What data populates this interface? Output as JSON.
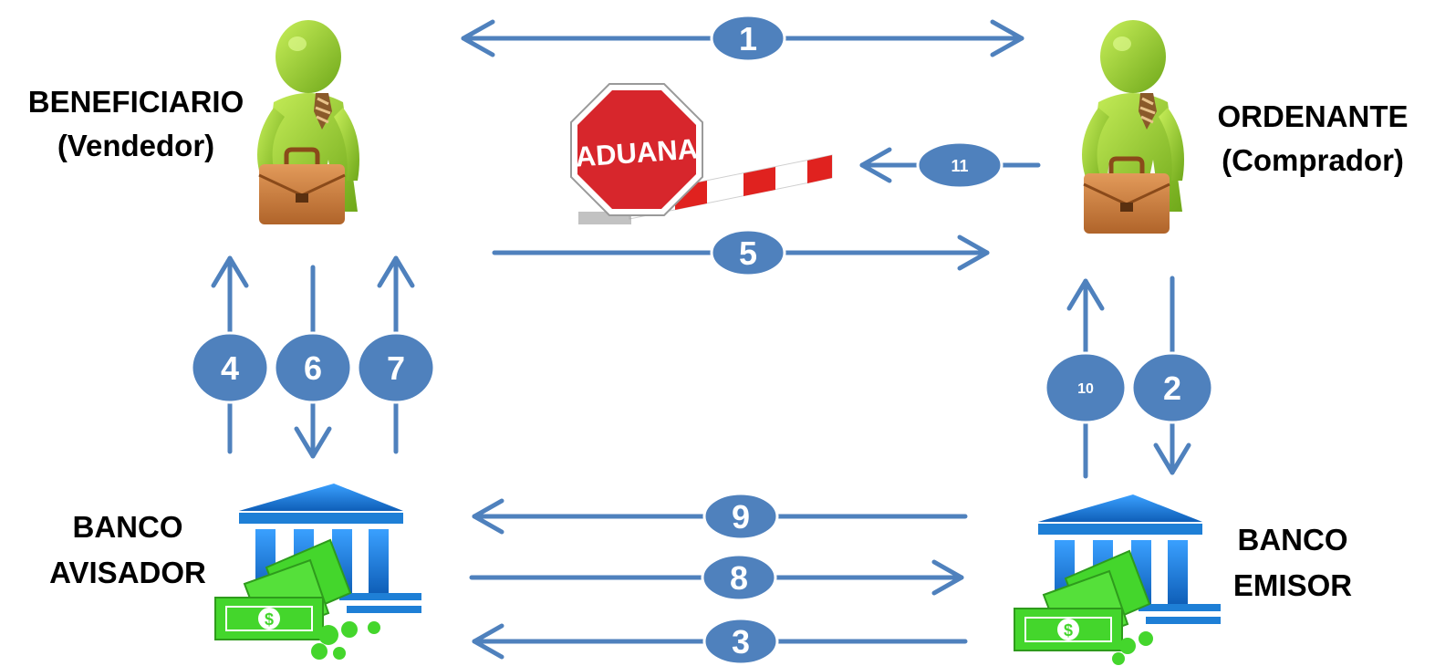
{
  "parties": {
    "beneficiary": {
      "role": "BENEFICIARIO",
      "subtitle": "(Vendedor)"
    },
    "orderer": {
      "role": "ORDENANTE",
      "subtitle": "(Comprador)"
    },
    "advising_bank": {
      "line1": "BANCO",
      "line2": "AVISADOR"
    },
    "issuing_bank": {
      "line1": "BANCO",
      "line2": "EMISOR"
    }
  },
  "customs": {
    "sign_text": "ADUANA"
  },
  "steps": {
    "s1": "1",
    "s2": "2",
    "s3": "3",
    "s4": "4",
    "s5": "5",
    "s6": "6",
    "s7": "7",
    "s8": "8",
    "s9": "9",
    "s10": "10",
    "s11": "11"
  },
  "colors": {
    "arrow": "#4f81bd",
    "badge_fill": "#4f81bd",
    "badge_stroke": "#ffffff",
    "figure": "#9acd32",
    "briefcase": "#c87a3c",
    "bank": "#1e7fd6",
    "money": "#44d62c",
    "stop_sign": "#d7262c"
  }
}
